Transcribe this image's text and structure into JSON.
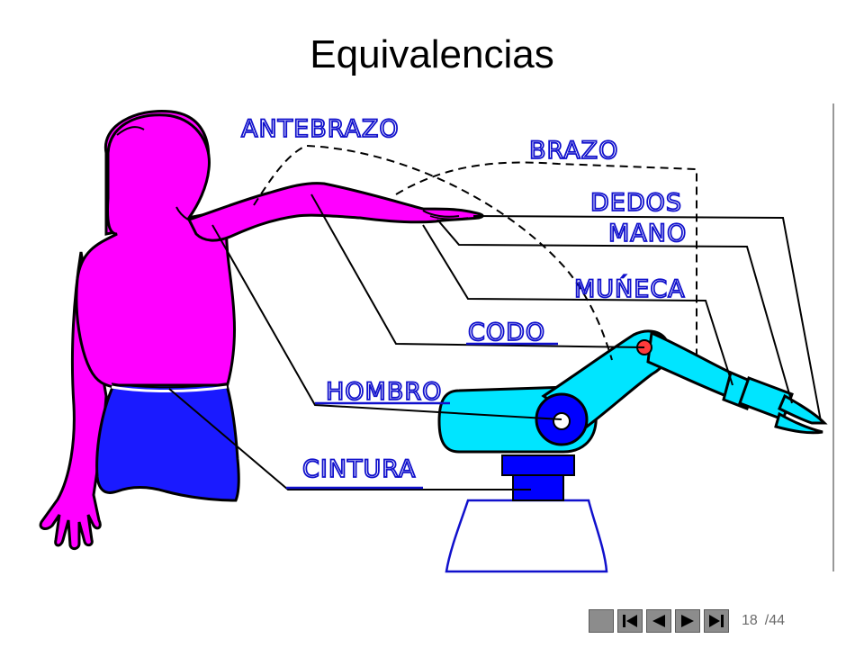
{
  "slide": {
    "title": "Equivalencias"
  },
  "diagram": {
    "labels": {
      "antebrazo": "ANTEBRAZO",
      "brazo": "BRAZO",
      "dedos": "DEDOS",
      "mano": "MANO",
      "muneca": "MUŃECA",
      "codo": "CODO",
      "hombro": "HOMBRO",
      "cintura": "CINTURA"
    },
    "colors": {
      "skin": "#ff00ff",
      "shorts": "#1a1aff",
      "robot_body": "#00e5ff",
      "robot_base": "#0000ff",
      "leader_lines": "#000000",
      "label_underline": "#1010cc"
    }
  },
  "navigation": {
    "buttons": [
      {
        "icon": "blank-square-icon"
      },
      {
        "icon": "first-page-icon"
      },
      {
        "icon": "previous-page-icon"
      },
      {
        "icon": "next-page-icon"
      },
      {
        "icon": "last-page-icon"
      }
    ],
    "current_page": "18",
    "total_pages": "/44"
  }
}
